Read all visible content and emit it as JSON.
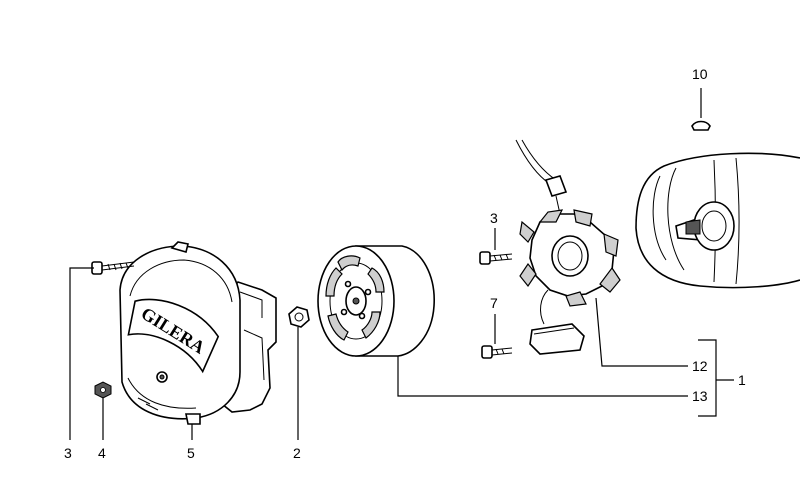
{
  "callouts": {
    "c10": "10",
    "c3_upper": "3",
    "c7": "7",
    "c12": "12",
    "c13": "13",
    "c1": "1",
    "c3_lower": "3",
    "c4": "4",
    "c5": "5",
    "c2": "2"
  },
  "cover_brand": "GILERA"
}
